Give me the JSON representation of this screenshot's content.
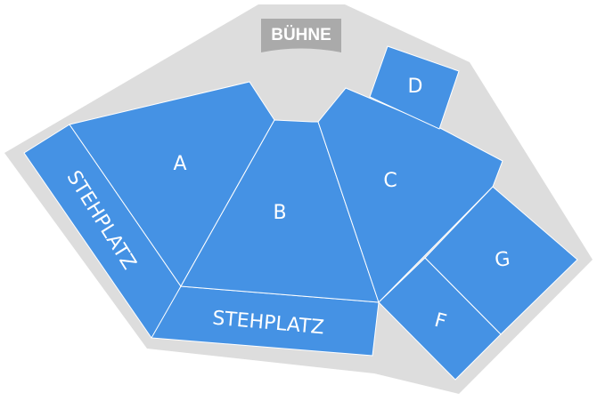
{
  "colors": {
    "venue_outline": "#dddddd",
    "section": "#4592e4",
    "stage": "#aaaaaa",
    "label": "#ffffff"
  },
  "stage": {
    "label": "BÜHNE"
  },
  "sections": [
    {
      "id": "A",
      "label": "A"
    },
    {
      "id": "B",
      "label": "B"
    },
    {
      "id": "C",
      "label": "C"
    },
    {
      "id": "D",
      "label": "D"
    },
    {
      "id": "F",
      "label": "F"
    },
    {
      "id": "G",
      "label": "G"
    },
    {
      "id": "stehplatz-left",
      "label": "STEHPLATZ"
    },
    {
      "id": "stehplatz-bottom",
      "label": "STEHPLATZ"
    }
  ]
}
